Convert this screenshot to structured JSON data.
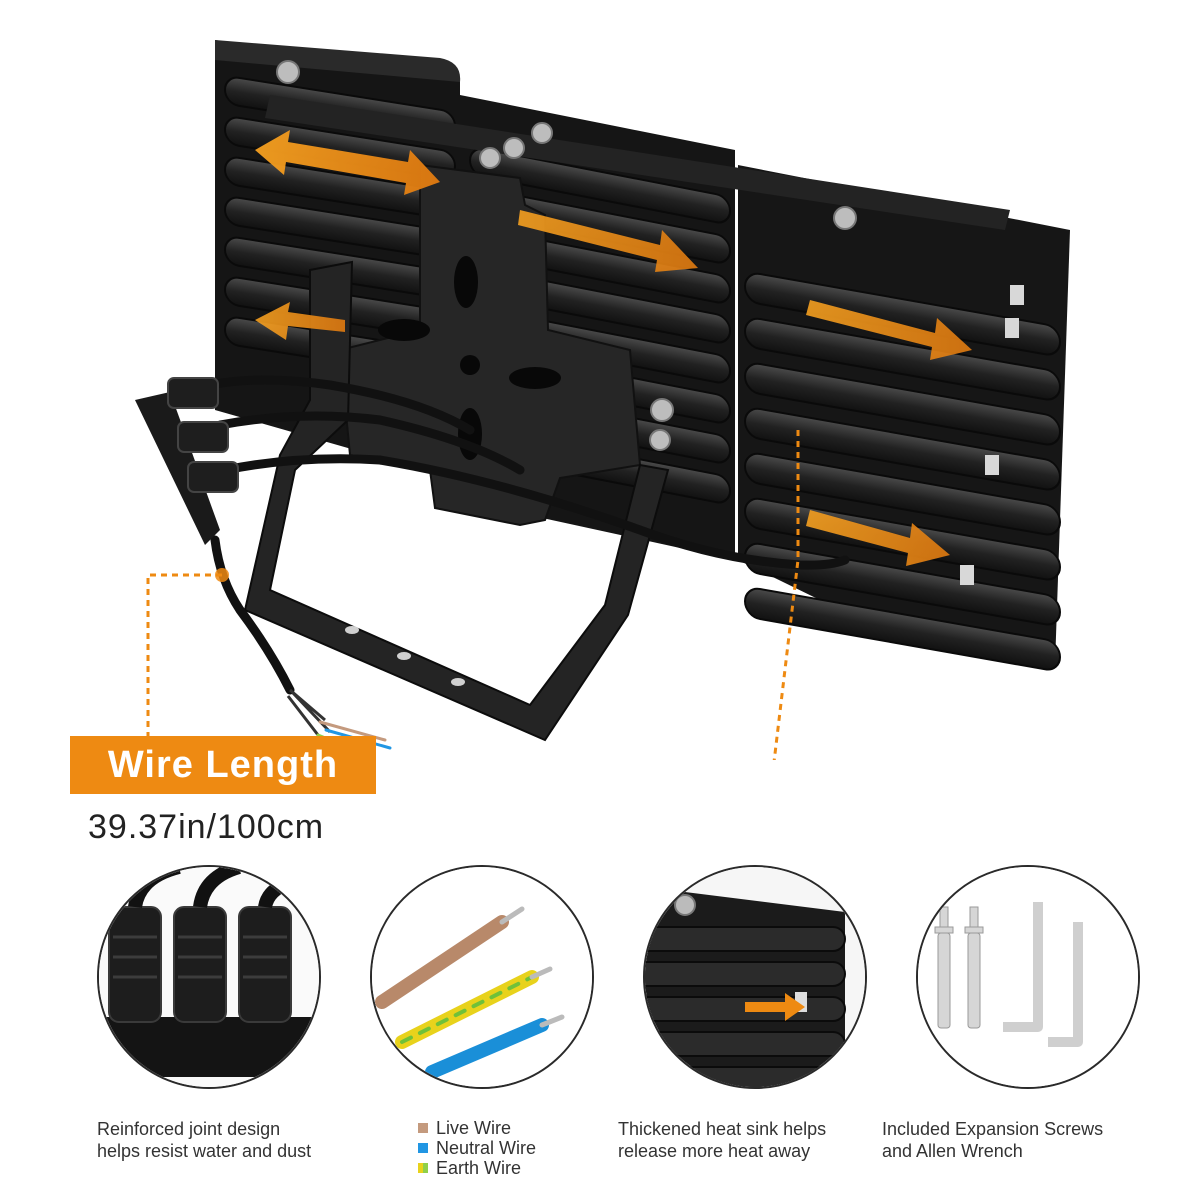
{
  "wire_length": {
    "title": "Wire Length",
    "value": "39.37in/100cm"
  },
  "features": [
    {
      "caption_line1": "Reinforced joint design",
      "caption_line2": "helps resist water and dust"
    },
    {
      "legend": [
        {
          "label": "Live Wire",
          "color": "#c49a7e"
        },
        {
          "label": "Neutral Wire",
          "color": "#2196e3"
        },
        {
          "label": "Earth Wire",
          "color": "#8fd04a"
        }
      ]
    },
    {
      "caption_line1": "Thickened heat sink helps",
      "caption_line2": "release more heat away"
    },
    {
      "caption_line1": "Included Expansion Screws",
      "caption_line2": "and Allen Wrench"
    }
  ],
  "colors": {
    "accent_orange": "#ee8a12",
    "heatsink_black": "#1c1c1c"
  },
  "icons": [
    "heat-flow-arrow-icon",
    "connector-icon",
    "wire-icon",
    "screw-icon",
    "allen-wrench-icon"
  ]
}
